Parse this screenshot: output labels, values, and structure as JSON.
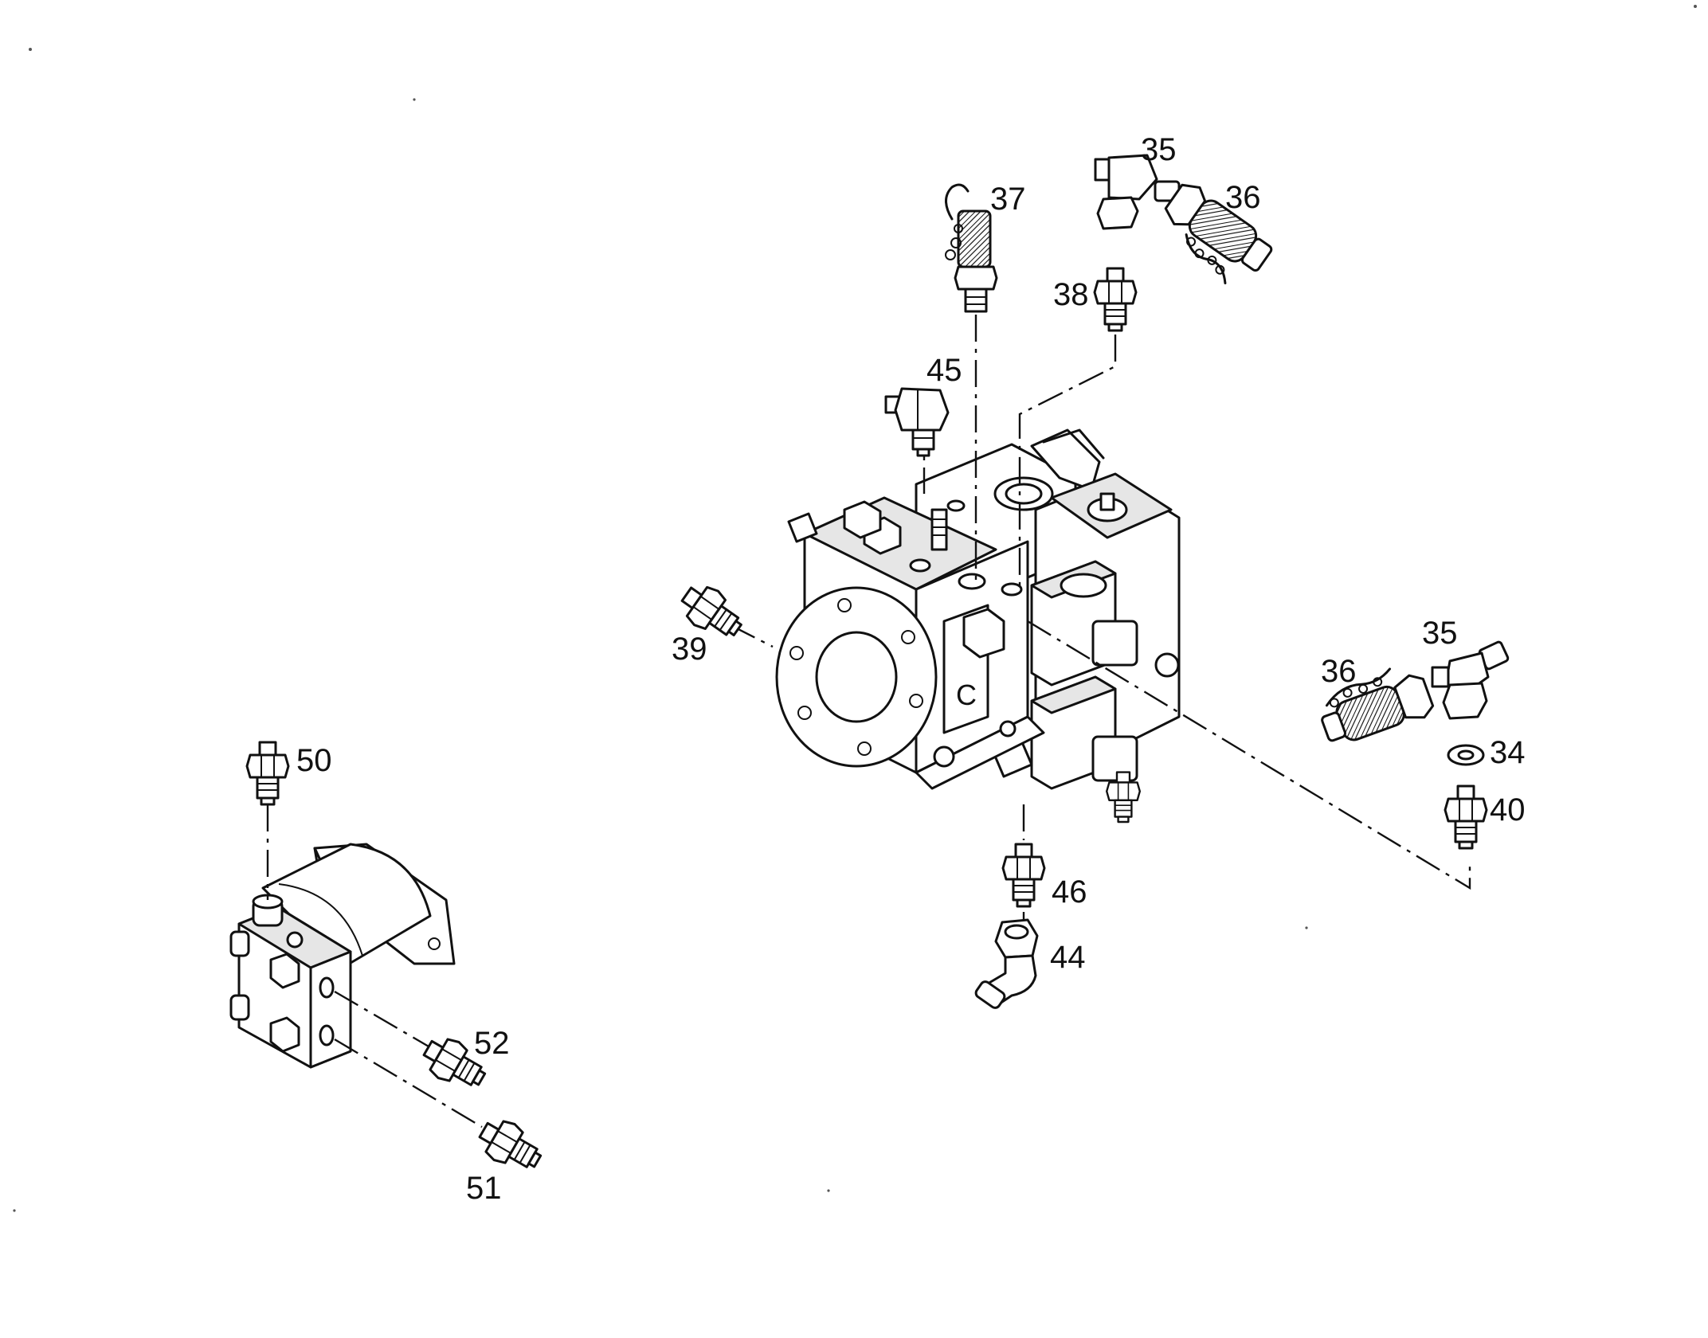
{
  "diagram": {
    "callouts": [
      {
        "id": "34",
        "label": "34"
      },
      {
        "id": "35a",
        "label": "35"
      },
      {
        "id": "35b",
        "label": "35"
      },
      {
        "id": "36a",
        "label": "36"
      },
      {
        "id": "36b",
        "label": "36"
      },
      {
        "id": "37",
        "label": "37"
      },
      {
        "id": "38",
        "label": "38"
      },
      {
        "id": "39",
        "label": "39"
      },
      {
        "id": "40",
        "label": "40"
      },
      {
        "id": "44",
        "label": "44"
      },
      {
        "id": "45",
        "label": "45"
      },
      {
        "id": "46",
        "label": "46"
      },
      {
        "id": "50",
        "label": "50"
      },
      {
        "id": "51",
        "label": "51"
      },
      {
        "id": "52",
        "label": "52"
      }
    ]
  }
}
